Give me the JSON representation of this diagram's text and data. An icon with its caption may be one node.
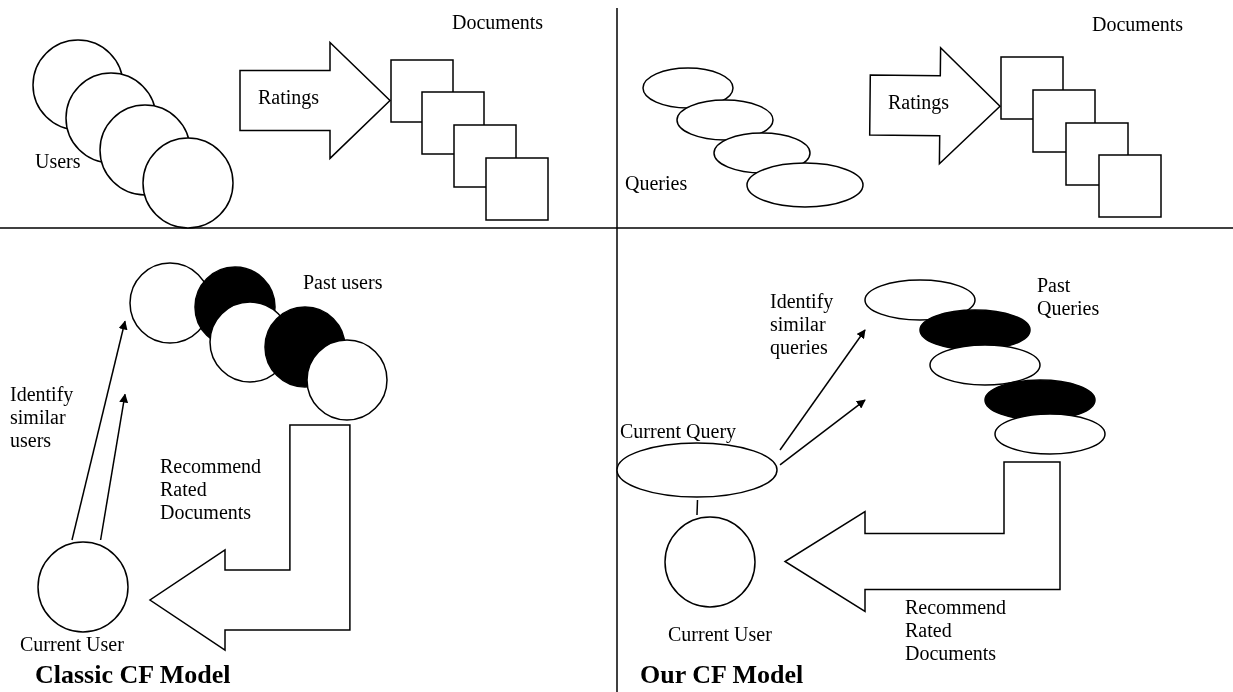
{
  "diagram": {
    "nodes": [
      {
        "text": [
          "Users"
        ]
      },
      {
        "text": [
          "Documents"
        ]
      },
      {
        "text": [
          "Queries"
        ]
      },
      {
        "text": [
          "Documents"
        ]
      },
      {
        "text": [
          "Past users"
        ]
      },
      {
        "text": [
          "Current User"
        ]
      },
      {
        "text": [
          "Past Queries"
        ]
      },
      {
        "text": [
          "Current Query"
        ]
      },
      {
        "text": [
          "Current User"
        ]
      }
    ],
    "edges": [
      {
        "from": 0,
        "to": 1,
        "arrow": "to",
        "label": "Ratings",
        "style": "thick"
      },
      {
        "from": 2,
        "to": 3,
        "arrow": "to",
        "label": "Ratings",
        "style": "thick"
      },
      {
        "from": 5,
        "to": 4,
        "arrow": "to",
        "label": "Identify similar users"
      },
      {
        "from": 5,
        "to": 4,
        "arrow": "to"
      },
      {
        "from": 4,
        "to": 5,
        "arrow": "to",
        "label": "Recommend Rated Documents",
        "style": "thick"
      },
      {
        "from": 7,
        "to": 6,
        "arrow": "to",
        "label": "Identify similar queries"
      },
      {
        "from": 7,
        "to": 6,
        "arrow": "to"
      },
      {
        "from": 7,
        "to": 8,
        "arrow": "none"
      },
      {
        "from": 6,
        "to": 8,
        "arrow": "to",
        "label": "Recommend Rated Documents",
        "style": "thick"
      }
    ],
    "labels": [
      "Classic CF Model",
      "Our CF Model"
    ]
  }
}
